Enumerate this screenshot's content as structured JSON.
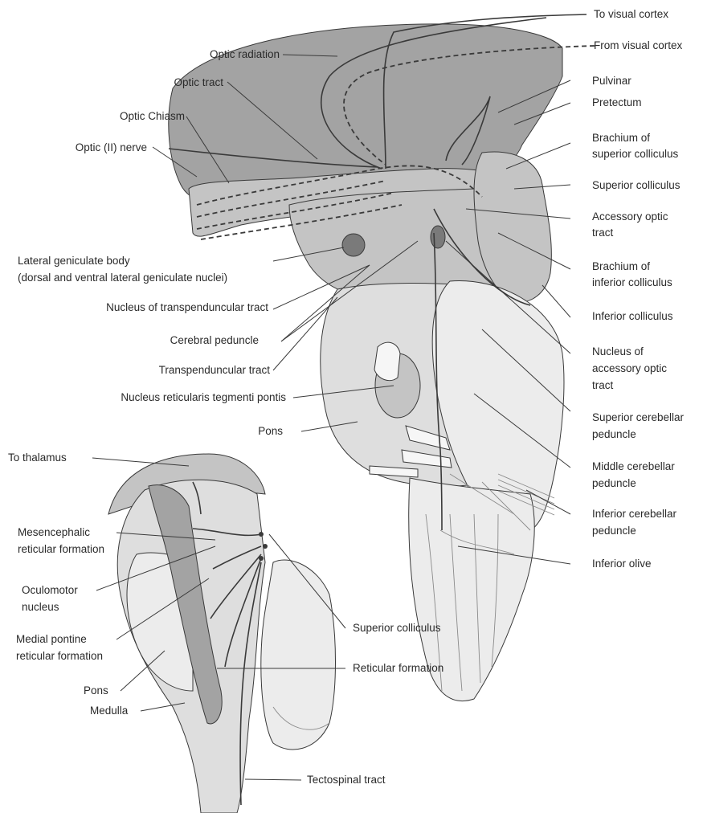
{
  "colors": {
    "dark_region": "#a3a3a3",
    "mid_region": "#c4c4c4",
    "light_region": "#dedede",
    "pale_region": "#ececec",
    "very_pale": "#f6f6f6",
    "lines": "#3a3a3a",
    "nucleus_dark": "#7a7a7a"
  },
  "labels": {
    "to_visual_cortex": "To visual cortex",
    "from_visual_cortex": "From visual cortex",
    "optic_radiation": "Optic radiation",
    "optic_tract": "Optic tract",
    "optic_chiasm": "Optic Chiasm",
    "optic_nerve": "Optic (II) nerve",
    "pulvinar": "Pulvinar",
    "pretectum": "Pretectum",
    "brachium_superior_colliculus": [
      "Brachium of",
      "superior colliculus"
    ],
    "superior_colliculus": "Superior colliculus",
    "accessory_optic_tract": [
      "Accessory optic",
      "tract"
    ],
    "lateral_geniculate_body": [
      "Lateral geniculate body",
      "(dorsal and ventral lateral geniculate nuclei)"
    ],
    "brachium_inferior_colliculus": [
      "Brachium of",
      "inferior colliculus"
    ],
    "nucleus_transpenduncular_tract": "Nucleus of transpenduncular tract",
    "inferior_colliculus": "Inferior colliculus",
    "cerebral_peduncle": "Cerebral peduncle",
    "nucleus_accessory_optic_tract": [
      "Nucleus of",
      "accessory optic",
      "tract"
    ],
    "transpenduncular_tract": "Transpenduncular tract",
    "nucleus_reticularis_tegmenti_pontis": "Nucleus reticularis tegmenti pontis",
    "superior_cerebellar_peduncle": [
      "Superior cerebellar",
      "peduncle"
    ],
    "pons_main": "Pons",
    "middle_cerebellar_peduncle": [
      "Middle cerebellar",
      "peduncle"
    ],
    "to_thalamus": "To thalamus",
    "inferior_cerebellar_peduncle": [
      "Inferior cerebellar",
      "peduncle"
    ],
    "mesencephalic_reticular_formation": [
      "Mesencephalic",
      "reticular formation"
    ],
    "inferior_olive": "Inferior olive",
    "oculomotor_nucleus": [
      "Oculomotor",
      "nucleus"
    ],
    "superior_colliculus_inset": "Superior colliculus",
    "medial_pontine_reticular_formation": [
      "Medial pontine",
      "reticular formation"
    ],
    "reticular_formation": "Reticular formation",
    "pons_inset": "Pons",
    "medulla": "Medulla",
    "tectospinal_tract": "Tectospinal tract"
  }
}
